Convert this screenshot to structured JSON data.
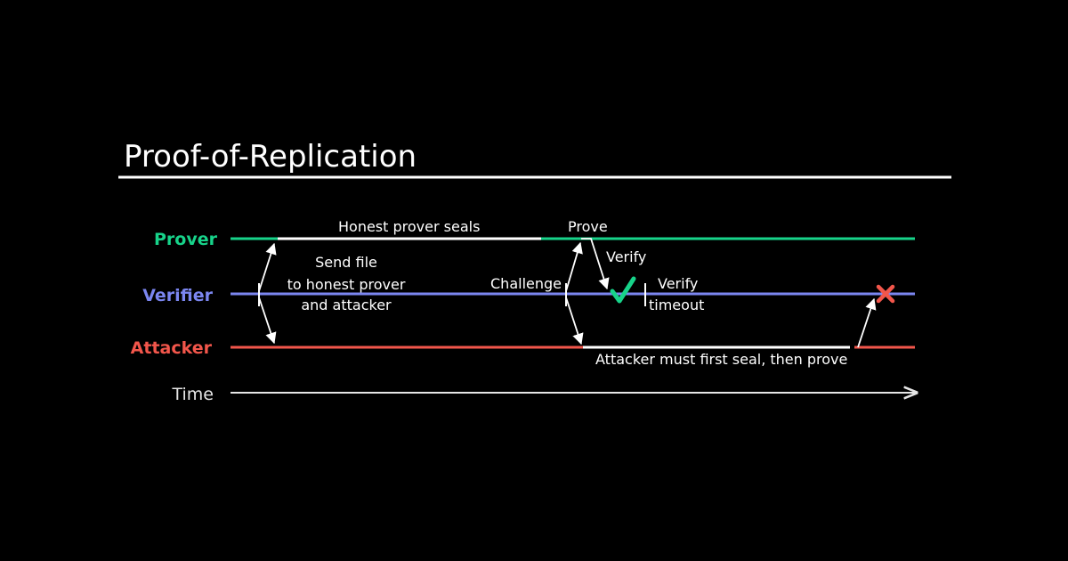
{
  "title": "Proof-of-Replication",
  "lanes": {
    "prover": {
      "label": "Prover",
      "color": "#17d38a"
    },
    "verifier": {
      "label": "Verifier",
      "color": "#7b86f0"
    },
    "attacker": {
      "label": "Attacker",
      "color": "#f2564b"
    }
  },
  "time_label": "Time",
  "annotations": {
    "honest_seal": "Honest prover seals",
    "prove": "Prove",
    "send_file_1": "Send file",
    "send_file_2": "to honest prover",
    "send_file_3": "and attacker",
    "challenge": "Challenge",
    "verify": "Verify",
    "verify_timeout_1": "Verify",
    "verify_timeout_2": "timeout",
    "attacker_note": "Attacker must first seal, then prove"
  },
  "status": {
    "success_icon": "checkmark-icon",
    "success_color": "#17d38a",
    "fail_icon": "cross-icon",
    "fail_color": "#f2564b"
  }
}
